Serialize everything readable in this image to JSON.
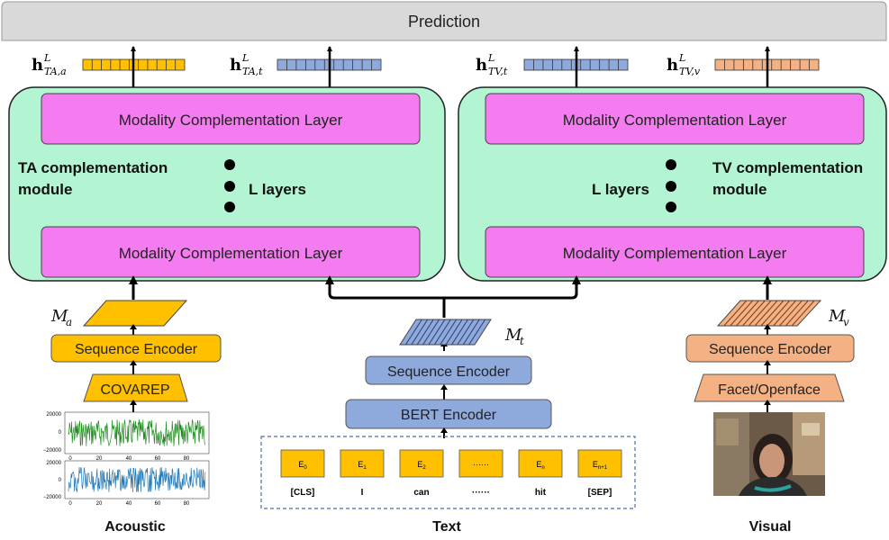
{
  "prediction": "Prediction",
  "outputs": {
    "h1": {
      "base": "h",
      "sup": "L",
      "sub": "TA,a"
    },
    "h2": {
      "base": "h",
      "sup": "L",
      "sub": "TA,t"
    },
    "h3": {
      "base": "h",
      "sup": "L",
      "sub": "TV,t"
    },
    "h4": {
      "base": "h",
      "sup": "L",
      "sub": "TV,v"
    }
  },
  "ta_module": {
    "top_layer": "Modality Complementation Layer",
    "bottom_layer": "Modality Complementation Layer",
    "title_line1": "TA complementation",
    "title_line2": "module",
    "layers": "L layers"
  },
  "tv_module": {
    "top_layer": "Modality Complementation Layer",
    "bottom_layer": "Modality Complementation Layer",
    "title_line1": "TV complementation",
    "title_line2": "module",
    "layers": "L layers"
  },
  "acoustic": {
    "m_base": "M",
    "m_sub": "a",
    "encoder": "Sequence Encoder",
    "extractor": "COVAREP",
    "label": "Acoustic",
    "plot_ticks_y": [
      "20000",
      "0",
      "−20000"
    ],
    "plot_ticks_x": [
      "0",
      "20",
      "40",
      "60",
      "80"
    ]
  },
  "text": {
    "m_base": "M",
    "m_sub": "t",
    "encoder": "Sequence Encoder",
    "bert": "BERT Encoder",
    "label": "Text",
    "tokens": [
      {
        "emb": "E",
        "sub": "0",
        "word": "[CLS]"
      },
      {
        "emb": "E",
        "sub": "1",
        "word": "I"
      },
      {
        "emb": "E",
        "sub": "2",
        "word": "can"
      },
      {
        "emb": "······",
        "sub": "",
        "word": "······"
      },
      {
        "emb": "E",
        "sub": "n",
        "word": "hit"
      },
      {
        "emb": "E",
        "sub": "n+1",
        "word": "[SEP]"
      }
    ]
  },
  "visual": {
    "m_base": "M",
    "m_sub": "v",
    "encoder": "Sequence Encoder",
    "extractor": "Facet/Openface",
    "label": "Visual"
  },
  "colors": {
    "acoustic": "#FFC000",
    "text": "#8EA9DB",
    "visual": "#F4B183",
    "module_bg": "#B3F5D3",
    "layer": "#F57BF0",
    "prediction": "#D9D9D9"
  }
}
